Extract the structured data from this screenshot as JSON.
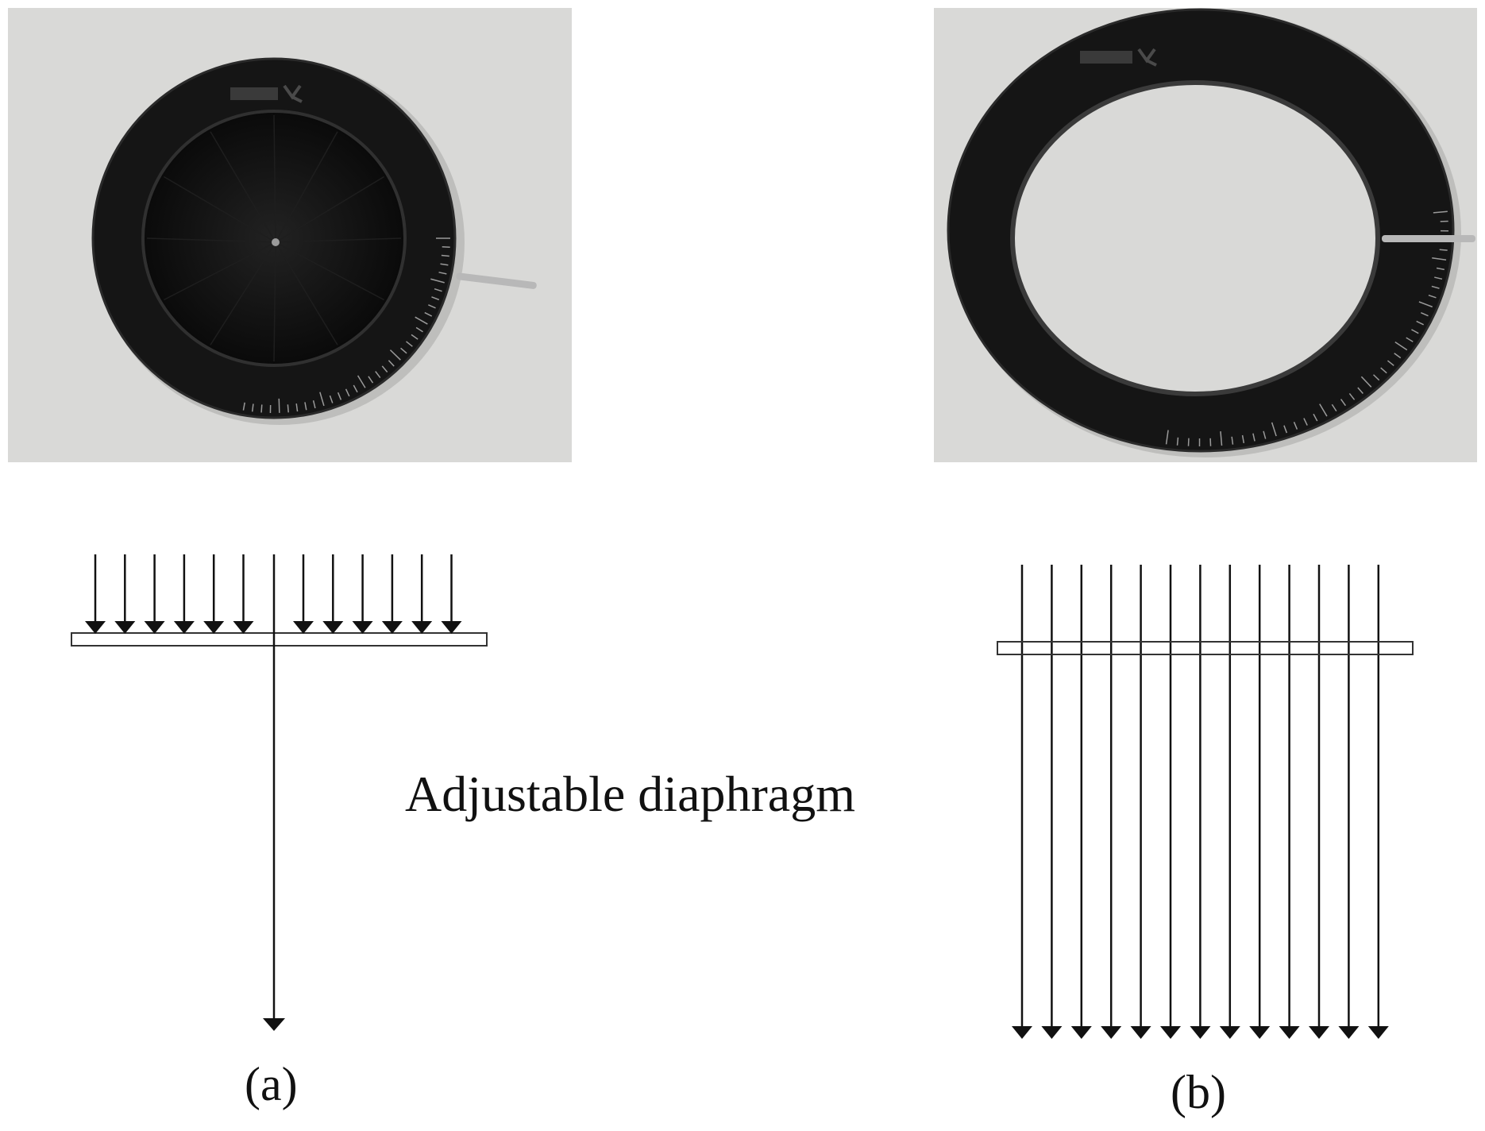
{
  "figure": {
    "caption": "Adjustable diaphragm",
    "panel_a_label": "(a)",
    "panel_b_label": "(b)"
  },
  "colors": {
    "photo_background": "#d9d9d7",
    "diaphragm_body": "#151515",
    "blade_surface": "#0d0d0d",
    "ink": "#111111"
  },
  "panels": [
    {
      "id": "a",
      "state": "closed",
      "incident_arrow_count": 12,
      "transmitted_arrow_count": 1
    },
    {
      "id": "b",
      "state": "open",
      "incident_arrow_count": 13,
      "transmitted_arrow_count": 13
    }
  ]
}
